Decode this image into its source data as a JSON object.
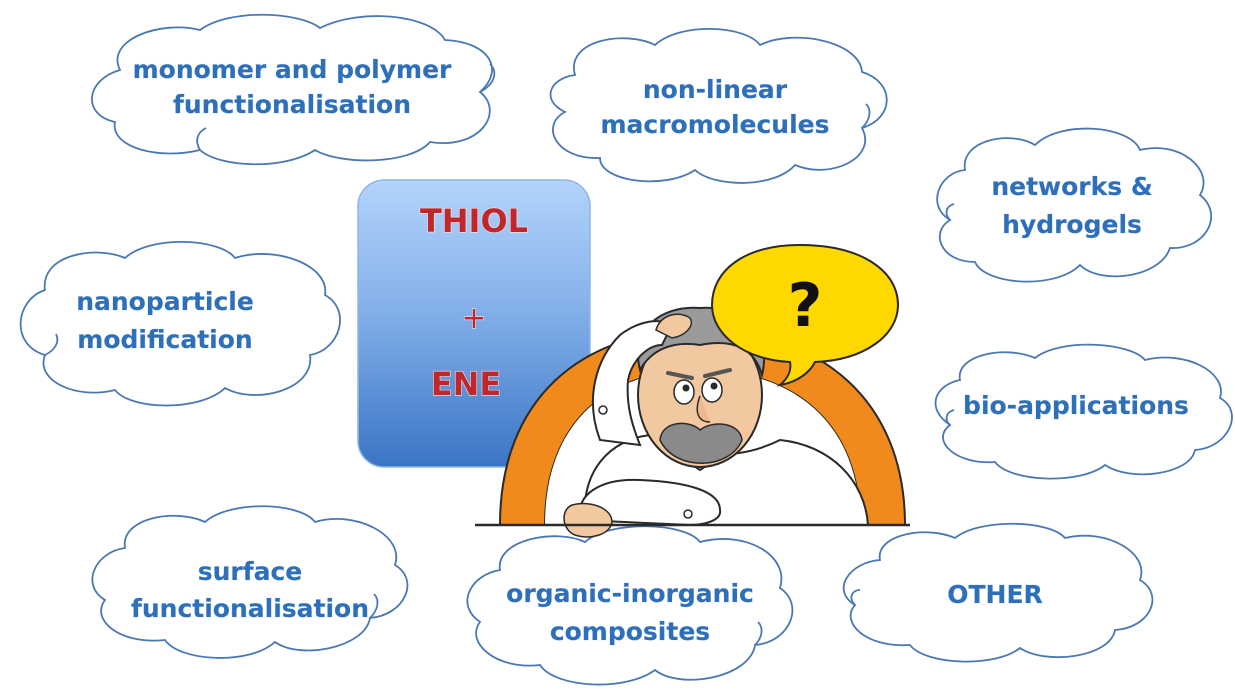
{
  "center": {
    "top": "THIOL",
    "plus": "+",
    "bottom": "ENE"
  },
  "speech_bubble": {
    "symbol": "?"
  },
  "clouds": [
    {
      "id": "monomer",
      "lines": [
        "monomer and polymer",
        "functionalisation"
      ]
    },
    {
      "id": "nonlinear",
      "lines": [
        "non-linear",
        "macromolecules"
      ]
    },
    {
      "id": "networks",
      "lines": [
        "networks &",
        "hydrogels"
      ]
    },
    {
      "id": "nano",
      "lines": [
        "nanoparticle",
        "modification"
      ]
    },
    {
      "id": "bio",
      "lines": [
        "bio-applications"
      ]
    },
    {
      "id": "surface",
      "lines": [
        "surface",
        "functionalisation"
      ]
    },
    {
      "id": "organic",
      "lines": [
        "organic-inorganic",
        "composites"
      ]
    },
    {
      "id": "other",
      "lines": [
        "OTHER"
      ]
    }
  ],
  "colors": {
    "cloud_text": "#2d6fb8",
    "cloud_outline": "#4a78b2",
    "center_text": "#c0272d",
    "box_gradient_top": "#a9cdf7",
    "box_gradient_bottom": "#3d79c6",
    "chair": "#f08a1c",
    "bubble": "#ffd800"
  }
}
